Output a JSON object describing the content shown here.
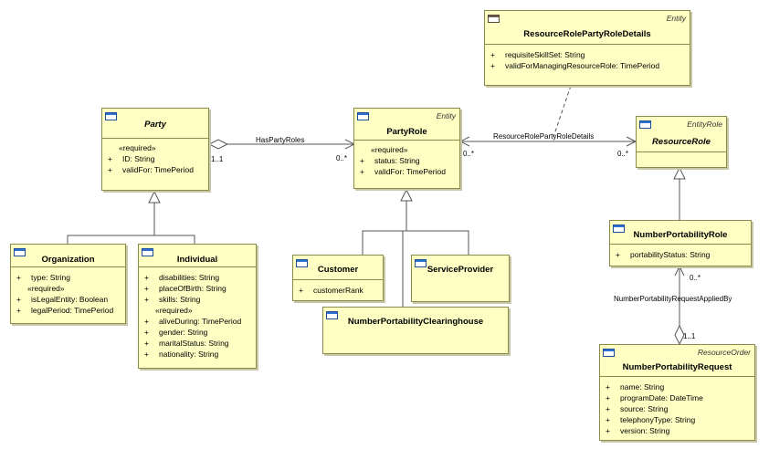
{
  "classes": {
    "party": {
      "name": "Party",
      "required": "«required»",
      "attrs": [
        "ID: String",
        "validFor: TimePeriod"
      ]
    },
    "partyRole": {
      "name": "PartyRole",
      "stereotype": "Entity",
      "required": "«required»",
      "attrs": [
        "status: String",
        "validFor: TimePeriod"
      ]
    },
    "rrprd": {
      "name": "ResourceRolePartyRoleDetails",
      "stereotype": "Entity",
      "attrs": [
        "requisiteSkillSet: String",
        "validForManagingResourceRole: TimePeriod"
      ]
    },
    "resourceRole": {
      "name": "ResourceRole",
      "stereotype": "EntityRole"
    },
    "organization": {
      "name": "Organization",
      "attrs": [
        "type: String"
      ],
      "required": "«required»",
      "reqAttrs": [
        "isLegalEntity: Boolean",
        "legalPeriod: TimePeriod"
      ]
    },
    "individual": {
      "name": "Individual",
      "attrs": [
        "disabilities: String",
        "placeOfBirth: String",
        "skills: String"
      ],
      "required": "«required»",
      "reqAttrs": [
        "aliveDuring: TimePeriod",
        "gender: String",
        "maritalStatus: String",
        "nationality: String"
      ]
    },
    "customer": {
      "name": "Customer",
      "attrs": [
        "customerRank"
      ]
    },
    "serviceProvider": {
      "name": "ServiceProvider"
    },
    "clearinghouse": {
      "name": "NumberPortabilityClearinghouse"
    },
    "npRole": {
      "name": "NumberPortabilityRole",
      "attrs": [
        "portabilityStatus: String"
      ]
    },
    "npRequest": {
      "name": "NumberPortabilityRequest",
      "stereotype": "ResourceOrder",
      "attrs": [
        "name: String",
        "programDate: DateTime",
        "source: String",
        "telephonyType: String",
        "version: String"
      ]
    }
  },
  "links": {
    "hasPartyRoles": {
      "label": "HasPartyRoles",
      "src_mult": "1..1",
      "dst_mult": "0..*"
    },
    "rrprd": {
      "label": "ResourceRolePartyRoleDetails",
      "src_mult": "0..*",
      "dst_mult": "0..*"
    },
    "npApplied": {
      "label": "NumberPortabilityRequestAppliedBy",
      "src_mult": "0..*",
      "dst_mult": "1..1"
    }
  },
  "plus": "+"
}
